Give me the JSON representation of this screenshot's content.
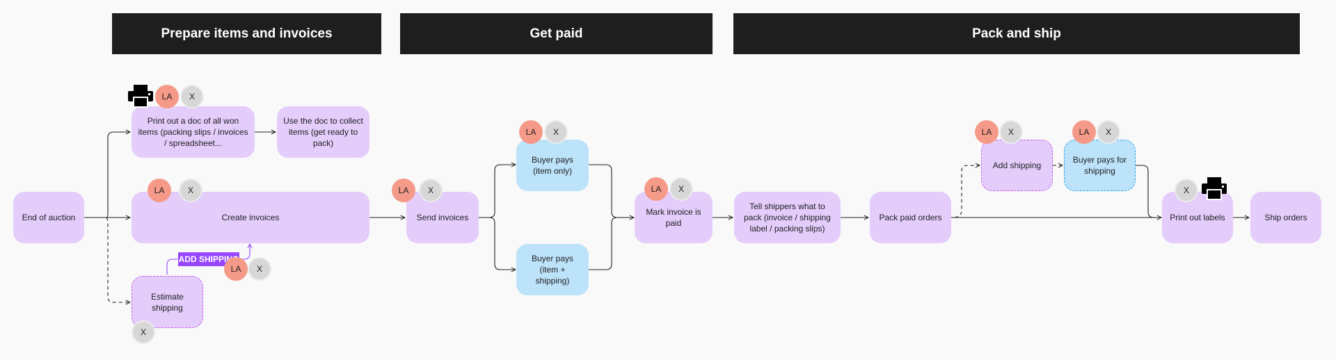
{
  "sections": {
    "prepare": "Prepare items and invoices",
    "get_paid": "Get paid",
    "pack_ship": "Pack and ship"
  },
  "nodes": {
    "end_of_auction": "End of auction",
    "print_doc": "Print out a doc of all won items (packing slips / invoices / spreadsheet...",
    "use_doc": "Use the doc to collect items (get ready to pack)",
    "create_invoices": "Create invoices",
    "estimate_shipping": "Estimate shipping",
    "send_invoices": "Send invoices",
    "buyer_pays_item": "Buyer pays (item only)",
    "buyer_pays_item_shipping": "Buyer pays (item + shipping)",
    "mark_invoice_paid": "Mark invoice is paid",
    "tell_shippers": "Tell shippers what to pack (invoice / shipping label / packing slips)",
    "pack_paid_orders": "Pack paid orders",
    "add_shipping": "Add shipping",
    "buyer_pays_shipping": "Buyer pays for shipping",
    "print_labels": "Print out labels",
    "ship_orders": "Ship orders"
  },
  "badges": {
    "la": "LA",
    "x": "X"
  },
  "tag": {
    "add_shipping": "ADD SHIPPING"
  },
  "icons": [
    "printer-icon"
  ],
  "colors": {
    "header_bg": "#1e1e1e",
    "node_purple": "#e4ccfb",
    "node_blue": "#bde3fb",
    "avatar_la": "#f59a88",
    "avatar_x": "#d7d7d7",
    "tag_bg": "#9747ff"
  }
}
